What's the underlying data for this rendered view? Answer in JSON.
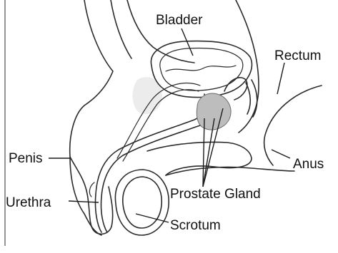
{
  "labels": {
    "bladder": "Bladder",
    "rectum": "Rectum",
    "penis": "Penis",
    "anus": "Anus",
    "urethra": "Urethra",
    "prostate": "Prostate Gland",
    "scrotum": "Scrotum"
  },
  "colors": {
    "outline": "#2a2a2a",
    "prostate_fill": "#bdbdbd",
    "faint_fill": "#ececec",
    "background": "#ffffff"
  }
}
